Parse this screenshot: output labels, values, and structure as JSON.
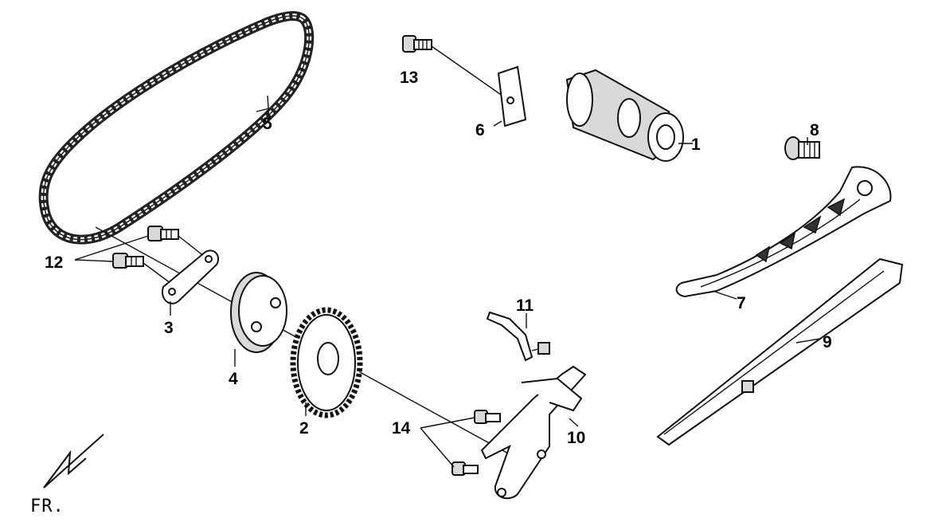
{
  "diagram": {
    "labels": {
      "p1": "1",
      "p2": "2",
      "p3": "3",
      "p4": "4",
      "p5": "5",
      "p6": "6",
      "p7": "7",
      "p8": "8",
      "p9": "9",
      "p10": "10",
      "p11": "11",
      "p12": "12",
      "p13": "13",
      "p14": "14"
    },
    "orientation": "FR."
  }
}
